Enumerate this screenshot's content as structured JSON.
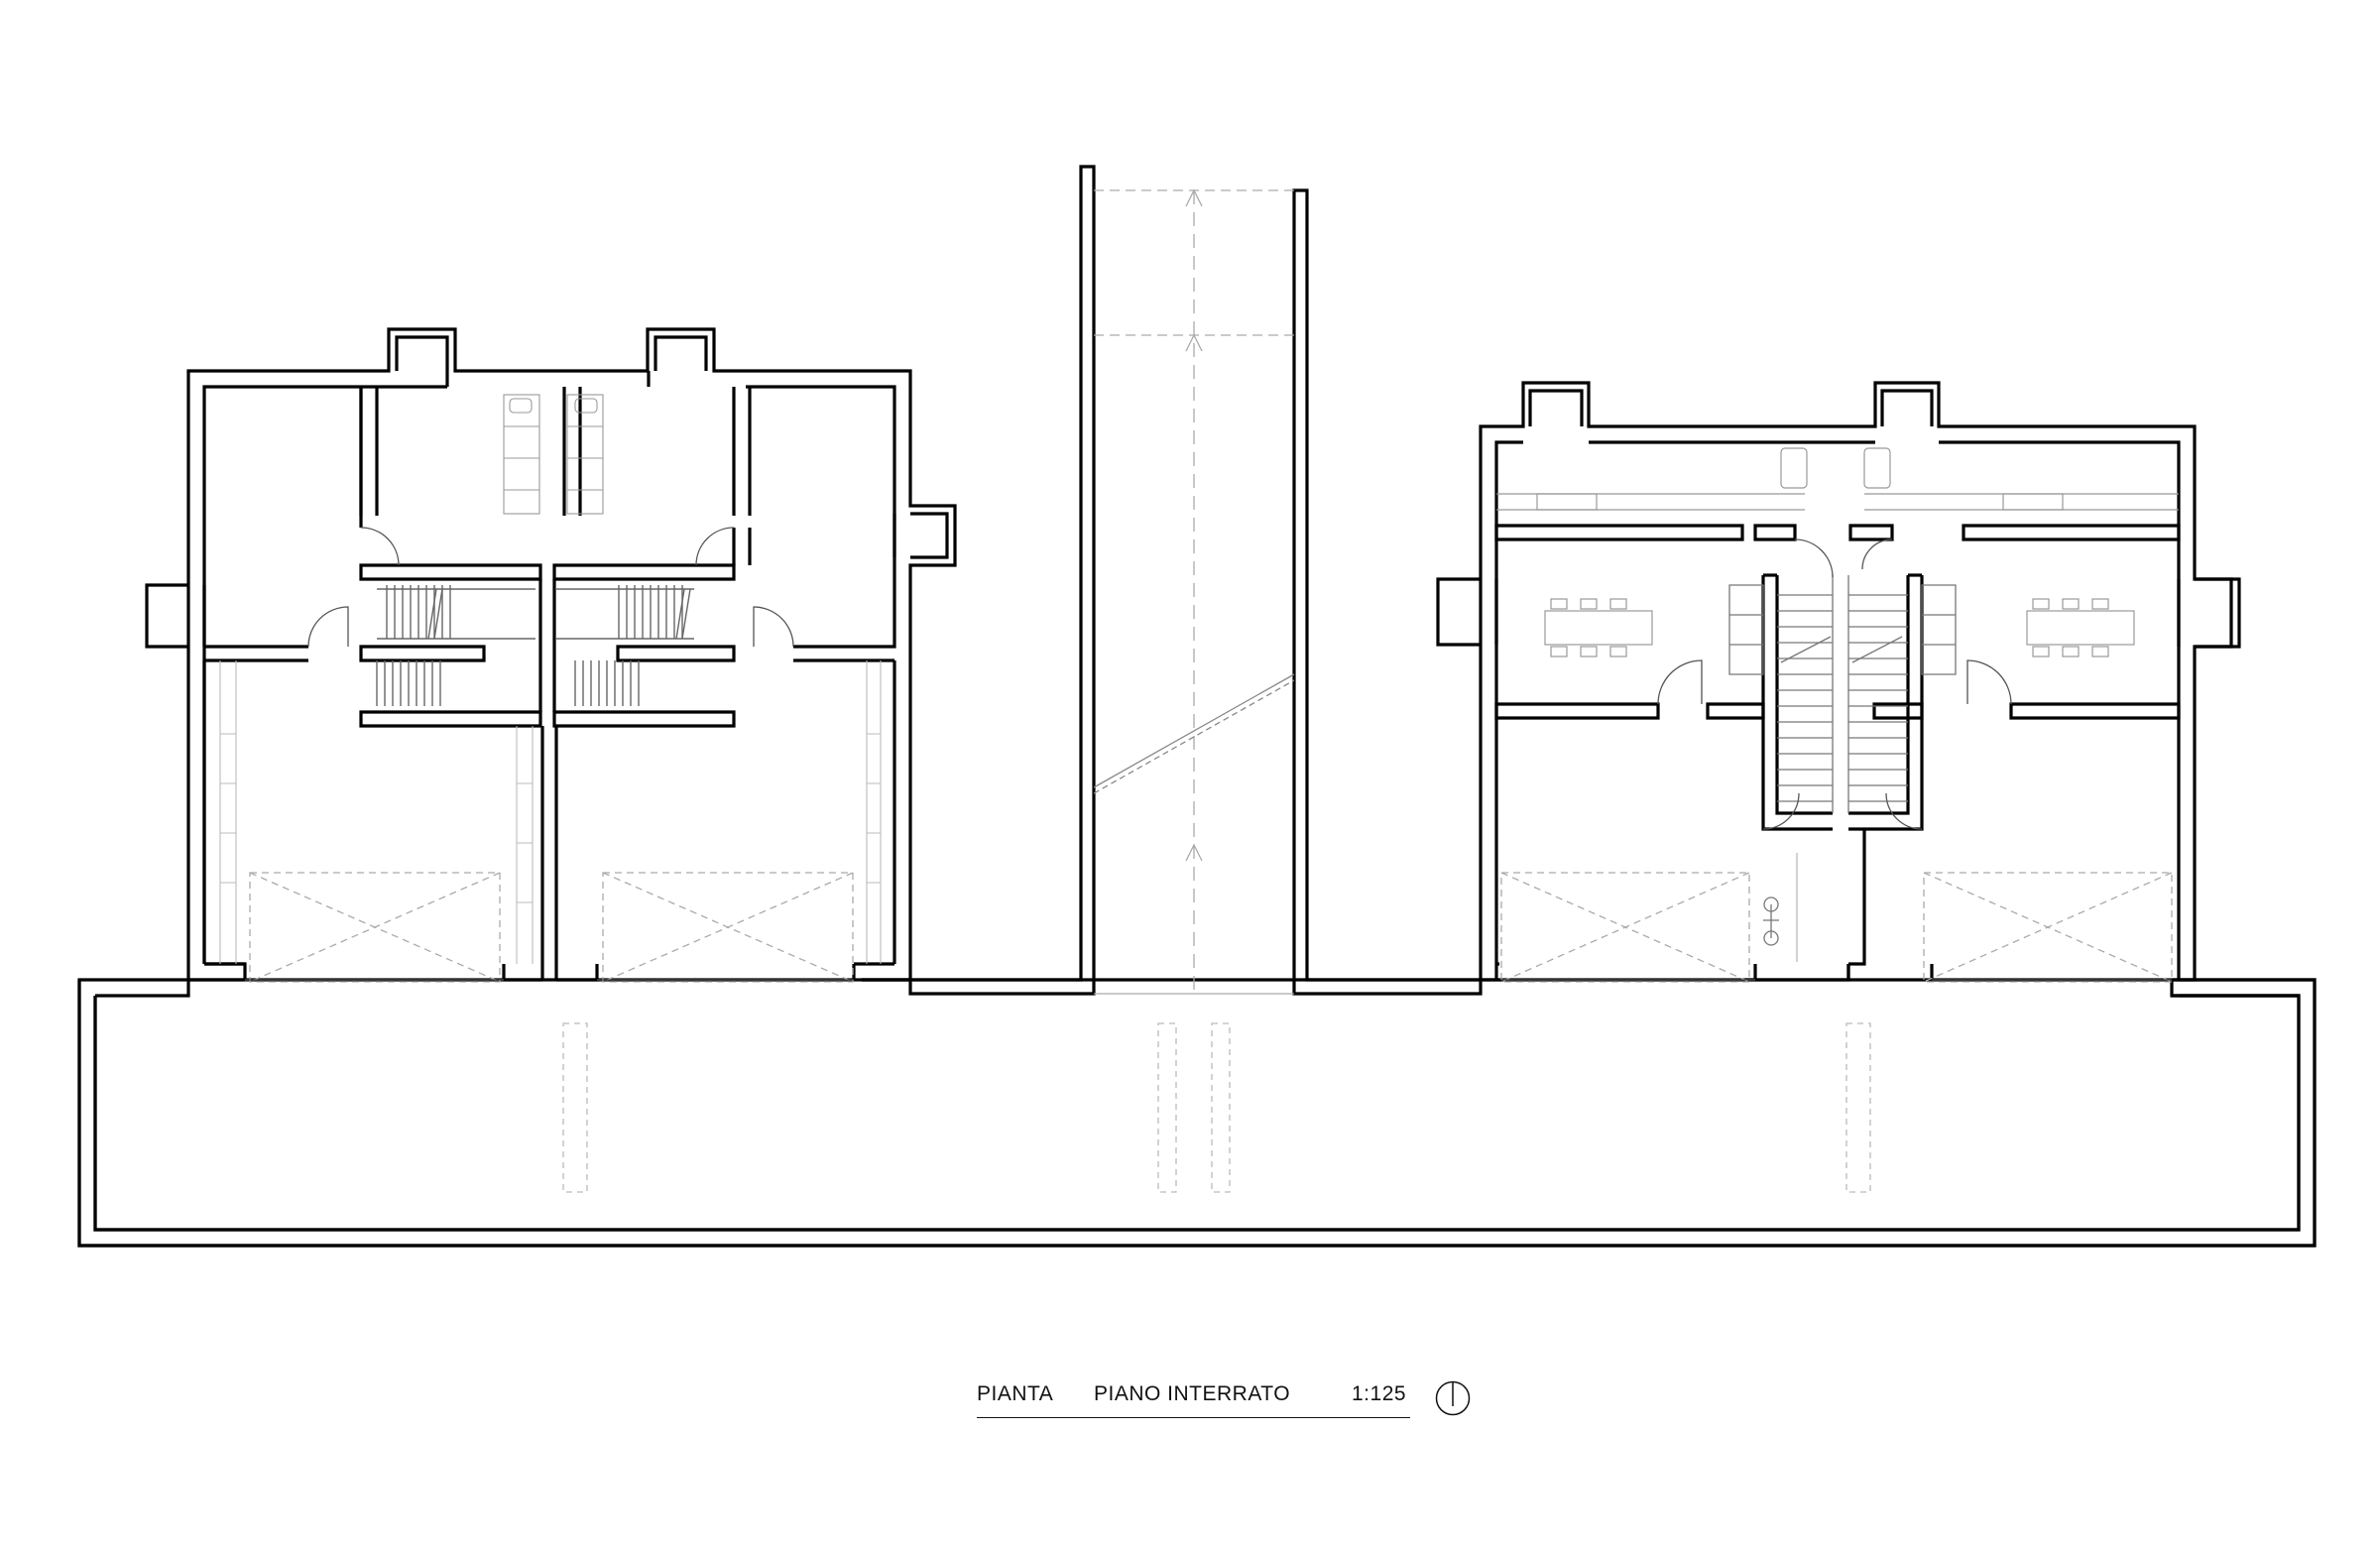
{
  "drawing": {
    "sheet_label": "PIANTA",
    "level_label": "PIANO INTERRATO",
    "scale_label": "1:125",
    "north_symbol": "north-arrow-icon",
    "colors": {
      "wall": "#000000",
      "wall_fill": "#ffffff",
      "thin": "#9a9a9a",
      "dashed": "#b0b0b0"
    }
  }
}
